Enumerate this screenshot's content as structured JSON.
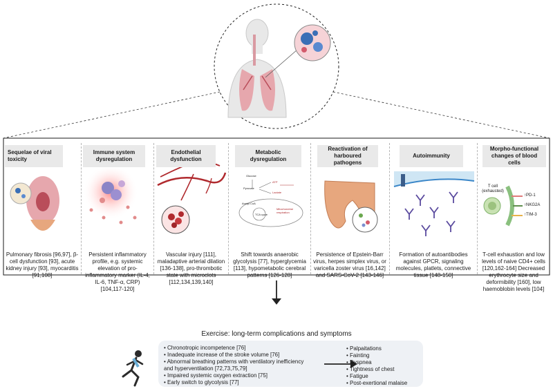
{
  "columns": [
    {
      "title": "Sequelae of viral toxicity",
      "text": "Pulmonary fibrosis [96,97], β-cell dysfunction [93], acute kidney injury [93], myocarditis [91,108]"
    },
    {
      "title": "Immune system dysregulation",
      "text": "Persistent inflammatory profile, e.g. systemic elevation of pro-inflammatory marker (IL-4, IL-6, TNF-α, CRP) [104,117-120]"
    },
    {
      "title": "Endothelial dysfunction",
      "text": "Vascular injury [111], maladaptive arterial dilation [136-138], pro-thrombotic state with microclots [112,134,139,140]"
    },
    {
      "title": "Metabolic dysregulation",
      "text": "Shift towards anaerobic glycolysis [77], hyperglycemia [113], hypometabolic cerebral patterns [126-128]"
    },
    {
      "title": "Reactivation of harboured pathogens",
      "text": "Persistence of Epstein-Barr virus, herpes simplex virus, or varicella zoster virus [16,142] and SARS-CoV-2 [143-146]"
    },
    {
      "title": "Autoimmunity",
      "text": "Formation of autoantibodies against GPCR, signaling molecules, platlets, connective tissue [148-150]"
    },
    {
      "title": "Morpho-functional changes of blood cells",
      "text": "T-cell exhaustion and low levels of naive CD4+ cells [120,162-164] Decreased erythrocyte size and deformibility [160], low haemoblobin levels [104]"
    }
  ],
  "metabolic_labels": {
    "glucose": "Glucose",
    "pyruvate": "Pyruvate",
    "atp": "ATP",
    "lactate": "Lactate",
    "acetyl_coa": "Acetyl CoA",
    "tca": "TCA cycle",
    "mito": "Mitochondrial respiration"
  },
  "tcell": {
    "cell_label": "T cell (exhausted)",
    "markers": [
      "↑PD-1",
      "↑NKG2A",
      "↑TIM-3"
    ]
  },
  "exercise": {
    "title": "Exercise: long-term complications and symptoms",
    "causes": [
      "Chronotropic incompetence [76]",
      "Inadequate increase of the stroke volume [76]",
      "Abnormal breathing patterns with ventilatory inefficiency and hyperventilation [72,73,75,79]",
      "Impaired systemic oxygen extraction [75]",
      "Early switch to glycolysis [77]"
    ],
    "symptoms": [
      "Palpaitations",
      "Fainting",
      "Dyspnea",
      "Tightness of chest",
      "Fatigue",
      "Post-exertional malaise"
    ]
  },
  "colors": {
    "header_bg": "#e9e9e9",
    "box_bg": "#eef1f5",
    "virus_blue": "#3b6fb6",
    "lung_pink": "#e6a7ad",
    "vessel_red": "#b02a2e"
  }
}
